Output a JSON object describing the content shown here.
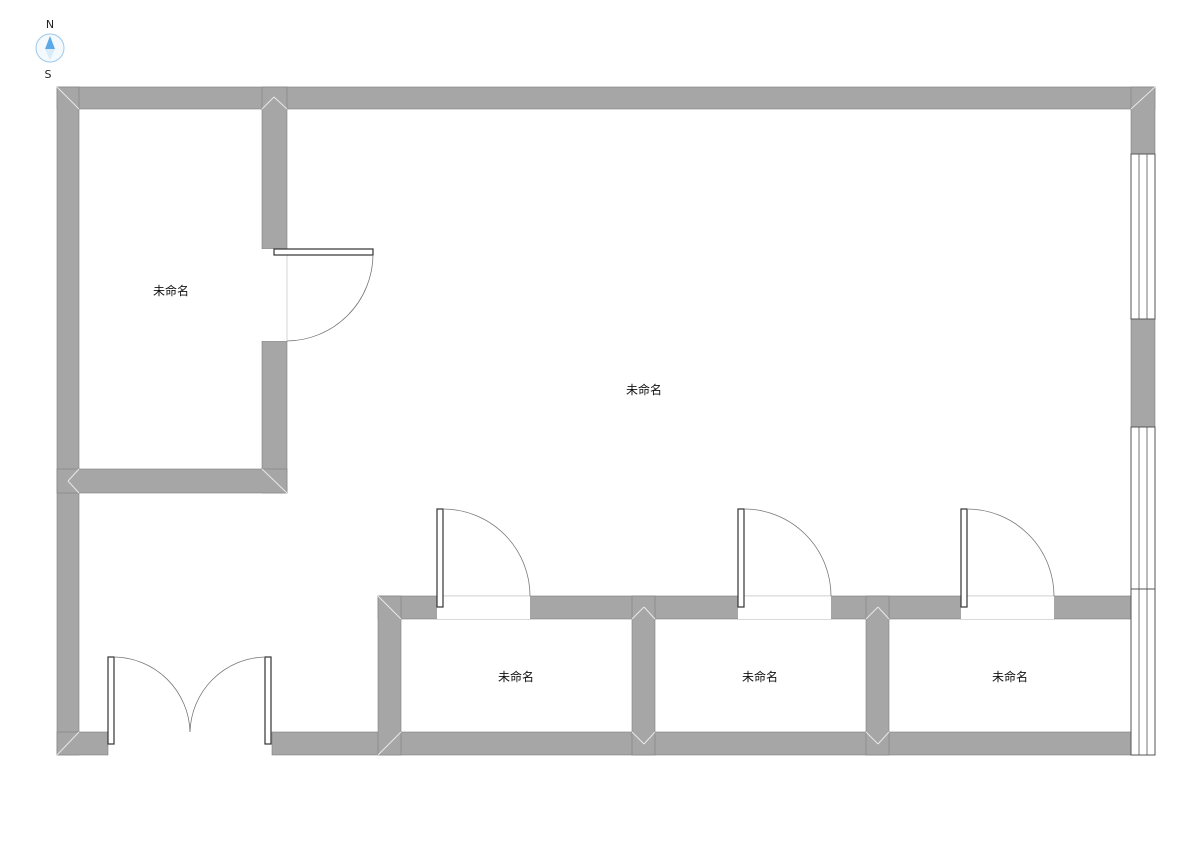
{
  "compass": {
    "north": "N",
    "south": "S",
    "accent_color": "#5aa9e6"
  },
  "rooms": {
    "upper_left": "未命名",
    "main_hall": "未命名",
    "bottom_1": "未命名",
    "bottom_2": "未命名",
    "bottom_3": "未命名"
  },
  "colors": {
    "wall_fill": "#a6a6a6",
    "wall_edge": "#808080",
    "background": "#ffffff"
  }
}
